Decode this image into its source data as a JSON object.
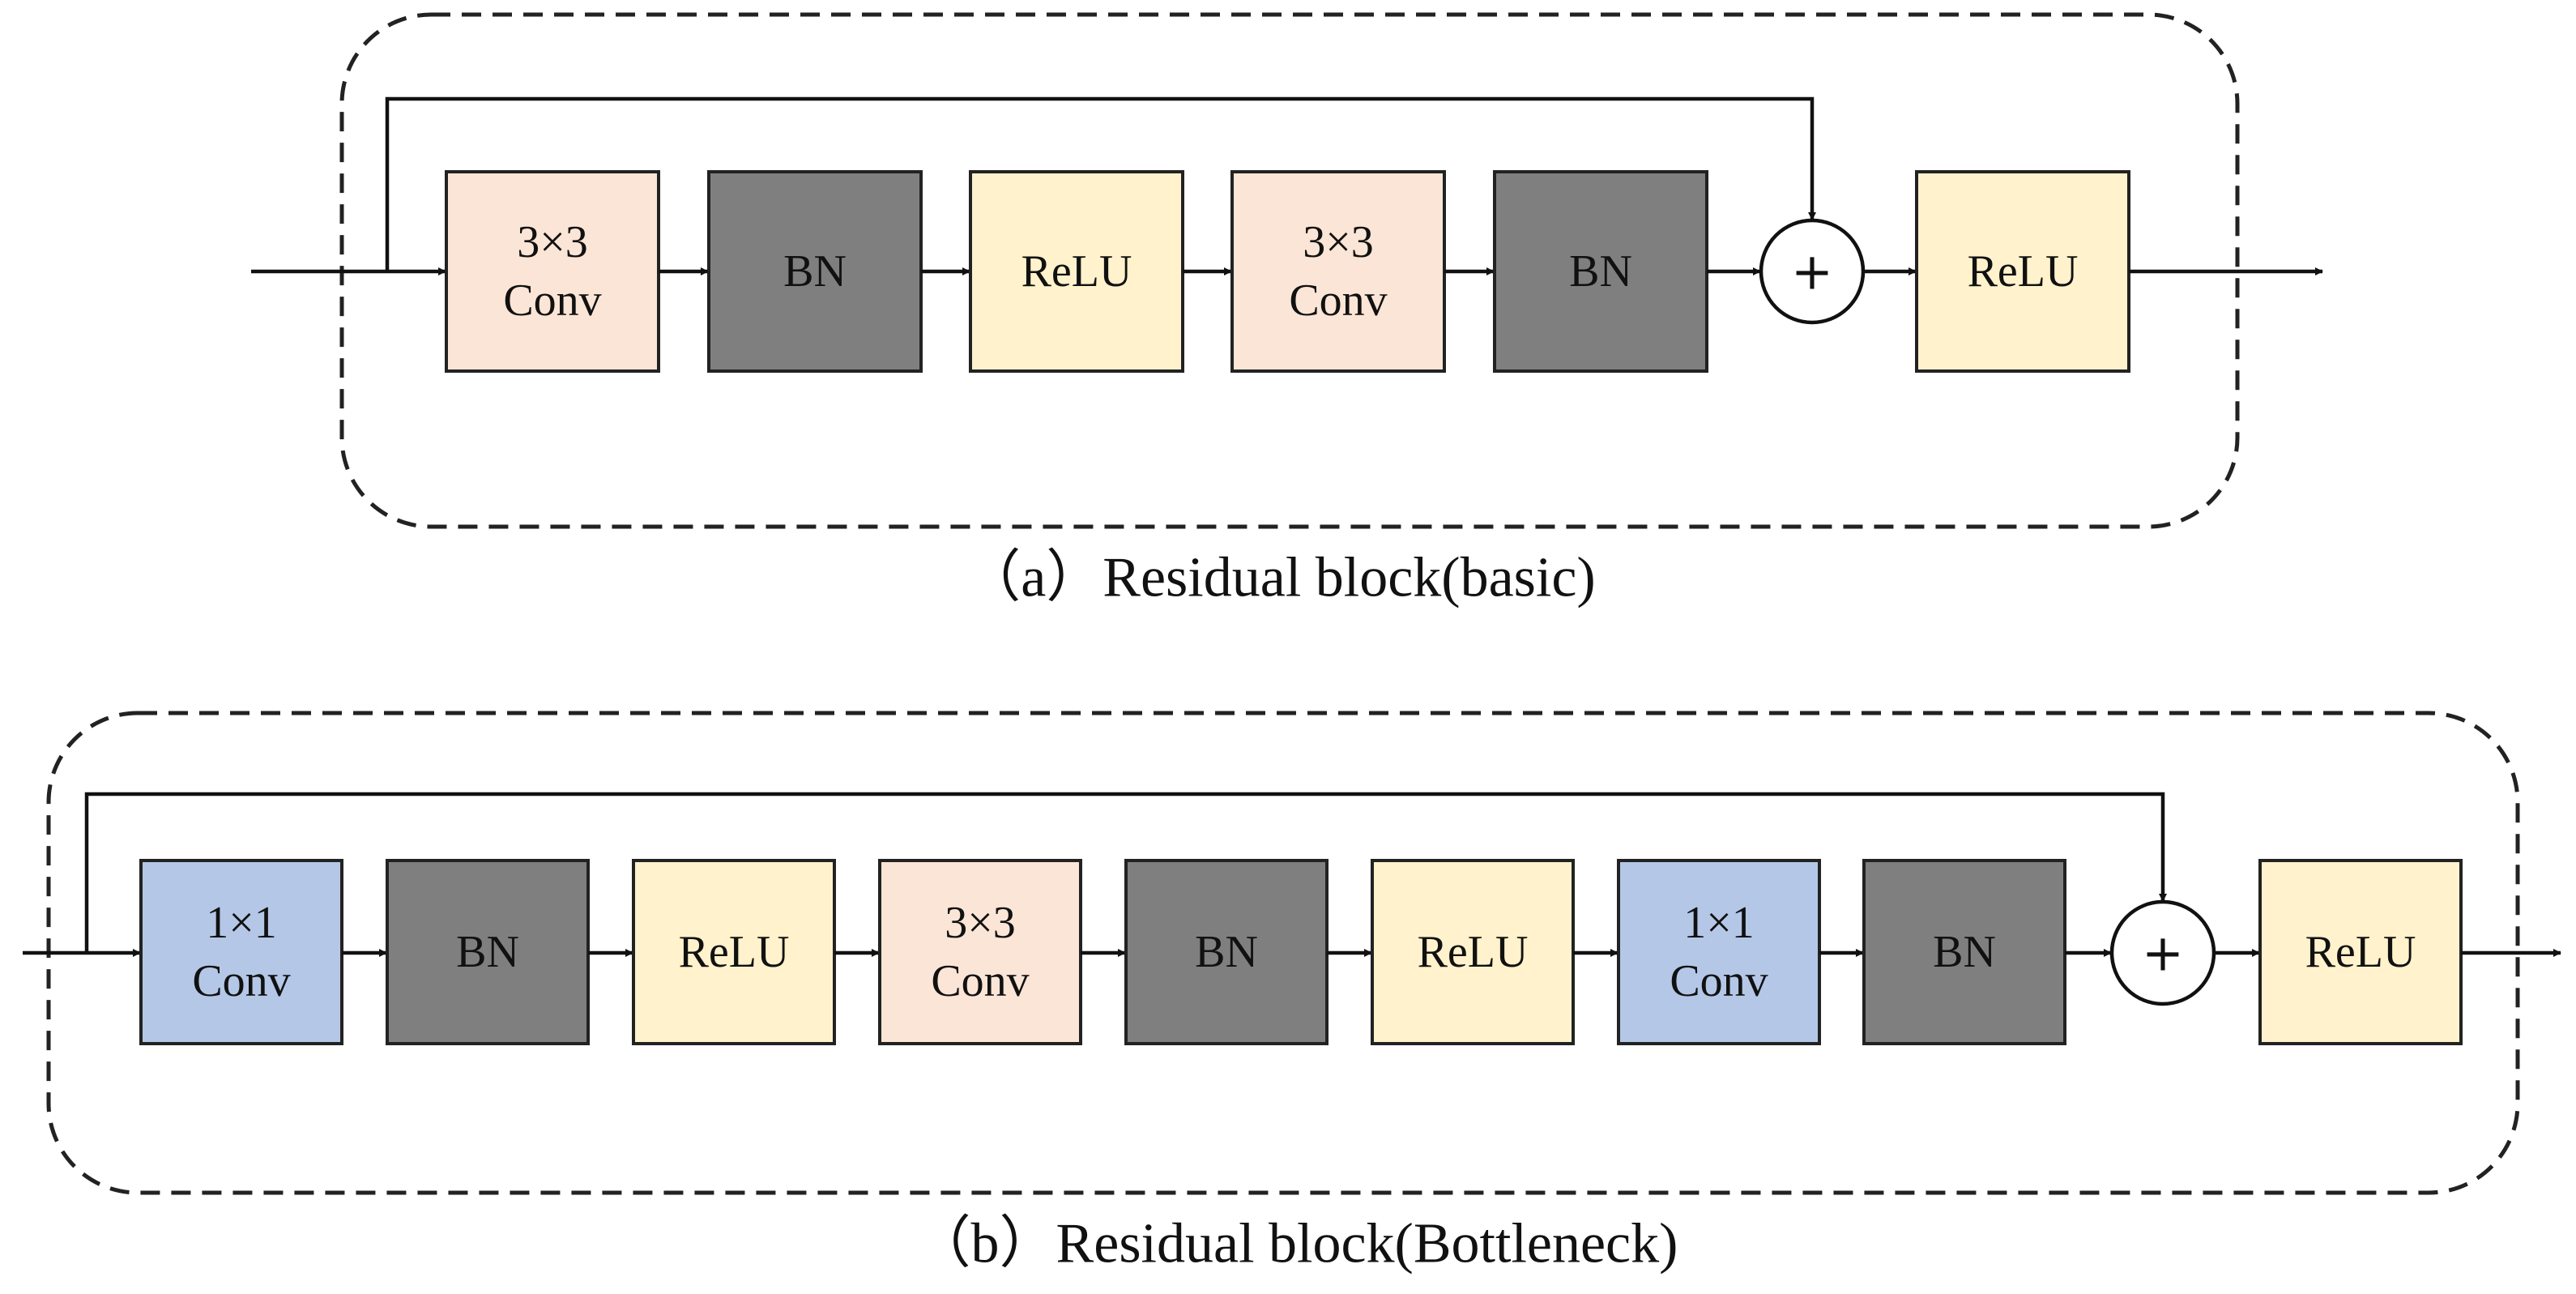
{
  "colors": {
    "conv3x3": "#fbe5d6",
    "conv1x1": "#b4c7e7",
    "bn": "#7f7f7f",
    "relu": "#fff2cc",
    "line": "#111111"
  },
  "diagrams": [
    {
      "id": "basic",
      "caption": "（a）Residual block(basic)",
      "blocks": [
        {
          "lines": [
            "3×3",
            "Conv"
          ],
          "kind": "conv3x3"
        },
        {
          "lines": [
            "BN"
          ],
          "kind": "bn"
        },
        {
          "lines": [
            "ReLU"
          ],
          "kind": "relu"
        },
        {
          "lines": [
            "3×3",
            "Conv"
          ],
          "kind": "conv3x3"
        },
        {
          "lines": [
            "BN"
          ],
          "kind": "bn"
        }
      ],
      "add_symbol": "+",
      "output_block": {
        "lines": [
          "ReLU"
        ],
        "kind": "relu"
      }
    },
    {
      "id": "bottleneck",
      "caption": "（b）Residual block(Bottleneck)",
      "blocks": [
        {
          "lines": [
            "1×1",
            "Conv"
          ],
          "kind": "conv1x1"
        },
        {
          "lines": [
            "BN"
          ],
          "kind": "bn"
        },
        {
          "lines": [
            "ReLU"
          ],
          "kind": "relu"
        },
        {
          "lines": [
            "3×3",
            "Conv"
          ],
          "kind": "conv3x3"
        },
        {
          "lines": [
            "BN"
          ],
          "kind": "bn"
        },
        {
          "lines": [
            "ReLU"
          ],
          "kind": "relu"
        },
        {
          "lines": [
            "1×1",
            "Conv"
          ],
          "kind": "conv1x1"
        },
        {
          "lines": [
            "BN"
          ],
          "kind": "bn"
        }
      ],
      "add_symbol": "+",
      "output_block": {
        "lines": [
          "ReLU"
        ],
        "kind": "relu"
      }
    }
  ]
}
